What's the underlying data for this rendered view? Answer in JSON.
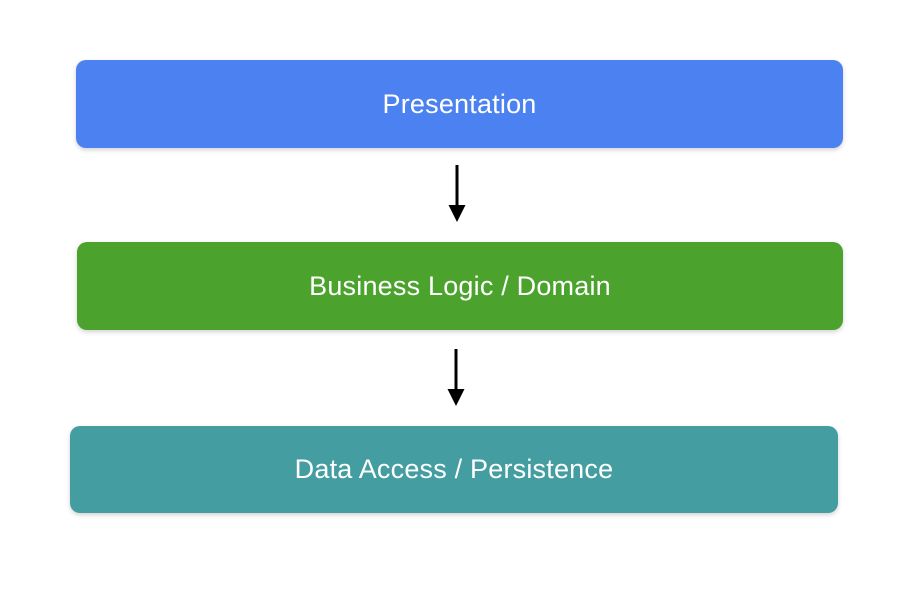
{
  "diagram": {
    "name": "layered-architecture-diagram",
    "background": "#ffffff",
    "text_color": "#ffffff",
    "arrow_color": "#000000",
    "layers": [
      {
        "label": "Presentation",
        "color": "#4c81f1"
      },
      {
        "label": "Business Logic / Domain",
        "color": "#4ba32e"
      },
      {
        "label": "Data Access / Persistence",
        "color": "#449ea1"
      }
    ],
    "arrows": [
      {
        "from": "Presentation",
        "to": "Business Logic / Domain"
      },
      {
        "from": "Business Logic / Domain",
        "to": "Data Access / Persistence"
      }
    ]
  }
}
